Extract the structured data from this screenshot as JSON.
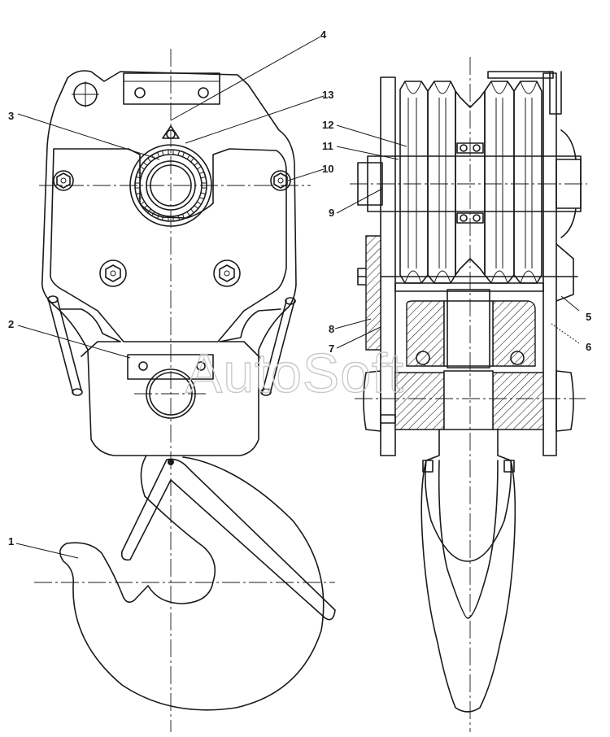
{
  "watermark": "AutoSoft",
  "callouts": {
    "c1": "1",
    "c2": "2",
    "c3": "3",
    "c4": "4",
    "c5": "5",
    "c6": "6",
    "c7": "7",
    "c8": "8",
    "c9": "9",
    "c10": "10",
    "c11": "11",
    "c12": "12",
    "c13": "13"
  },
  "views": [
    "front-view-hook-block",
    "side-section-hook-block"
  ]
}
